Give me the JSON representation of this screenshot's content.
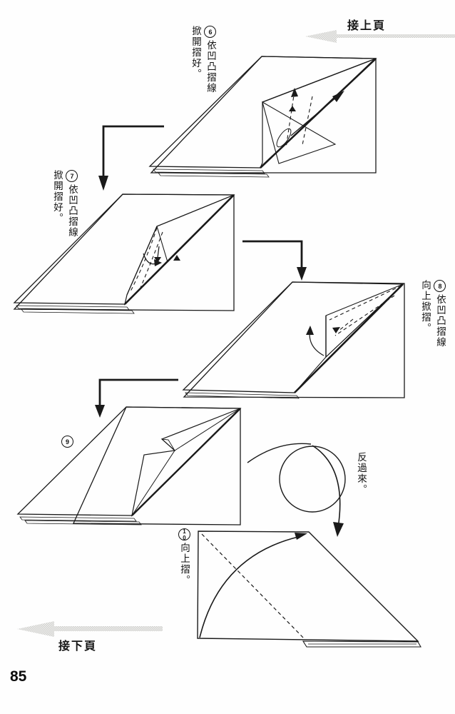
{
  "page": {
    "number": "85"
  },
  "nav": {
    "prev_label": "接上頁",
    "next_label": "接下頁"
  },
  "steps": [
    {
      "num": "6",
      "lines": [
        "依凹凸摺線",
        "掀開摺好。"
      ]
    },
    {
      "num": "7",
      "lines": [
        "依凹凸摺線",
        "掀開摺好。"
      ]
    },
    {
      "num": "8",
      "lines": [
        "依凹凸摺線",
        "向上掀摺。"
      ]
    },
    {
      "num": "9",
      "lines": []
    },
    {
      "num": "10",
      "lines": [
        "向上摺。"
      ]
    }
  ],
  "annotations": {
    "flip": "反過來。"
  },
  "colors": {
    "line": "#1a1a1a",
    "paper_halftone_dark": "#a7a7a5",
    "paper_halftone_light": "#dddddb",
    "arrow_halftone_dark": "#cfcfcd",
    "arrow_halftone_light": "#f1f1ef"
  }
}
